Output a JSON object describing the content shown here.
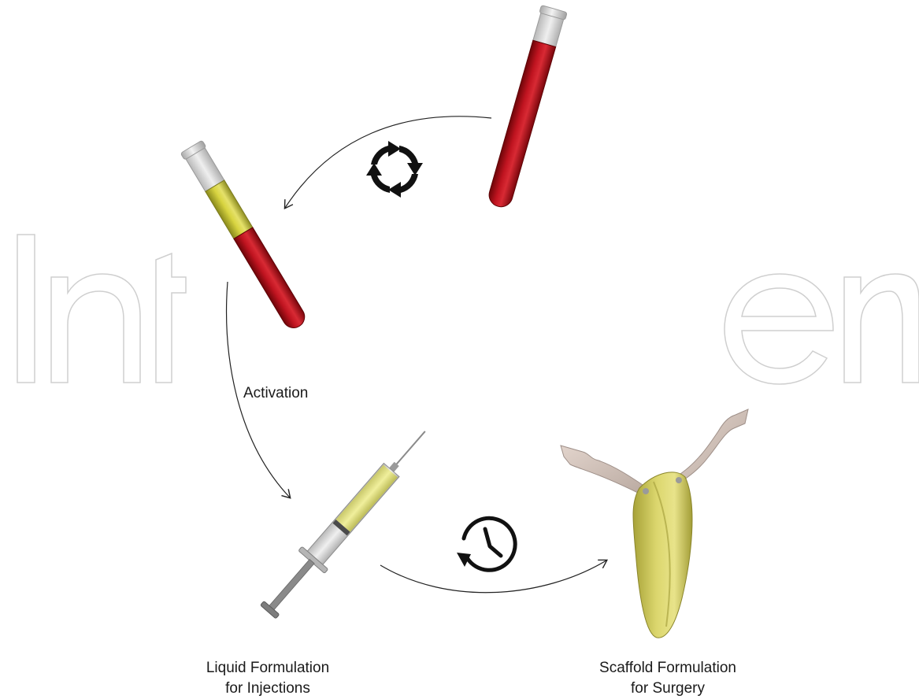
{
  "watermark": {
    "text": "IntechOpen"
  },
  "labels": {
    "activation": "Activation",
    "liquid_formulation": {
      "line1": "Liquid Formulation",
      "line2": "for Injections"
    },
    "scaffold_formulation": {
      "line1": "Scaffold Formulation",
      "line2": "for Surgery"
    }
  },
  "icons": {
    "centrifuge": "rotating-arrows-icon",
    "time": "clock-history-icon"
  },
  "colors": {
    "blood_red": "#a8101a",
    "plasma_yellow": "#c9c63a",
    "scaffold_yellow": "#d8d36a",
    "tube_cap": "#d9d9d9",
    "arrow": "#222222",
    "watermark_stroke": "#cfcfcf"
  }
}
